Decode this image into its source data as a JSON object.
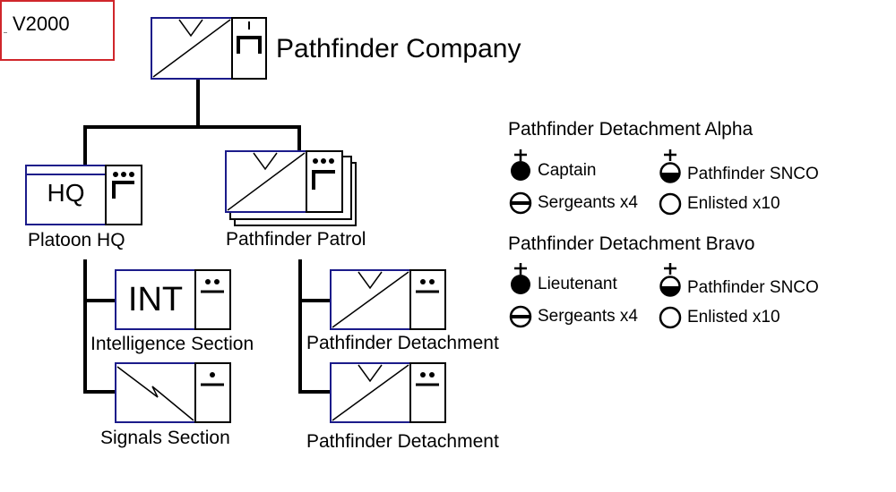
{
  "version_label": "V2000",
  "company": {
    "name": "Pathfinder Company"
  },
  "units": {
    "platoon_hq": {
      "name": "Platoon HQ",
      "symbol_text": "HQ"
    },
    "patrol": {
      "name": "Pathfinder Patrol"
    },
    "intelligence": {
      "name": "Intelligence Section",
      "symbol_text": "INT"
    },
    "signals": {
      "name": "Signals Section"
    },
    "detachment_1": {
      "name": "Pathfinder Detachment"
    },
    "detachment_2": {
      "name": "Pathfinder Detachment"
    }
  },
  "legend": [
    {
      "title": "Pathfinder Detachment Alpha",
      "items": [
        {
          "icon": "officer-icon",
          "label": "Captain"
        },
        {
          "icon": "snco-icon",
          "label": "Pathfinder SNCO"
        },
        {
          "icon": "sergeant-icon",
          "label": "Sergeants x4"
        },
        {
          "icon": "enlisted-icon",
          "label": "Enlisted x10"
        }
      ]
    },
    {
      "title": "Pathfinder Detachment Bravo",
      "items": [
        {
          "icon": "officer-icon",
          "label": "Lieutenant"
        },
        {
          "icon": "snco-icon",
          "label": "Pathfinder SNCO"
        },
        {
          "icon": "sergeant-icon",
          "label": "Sergeants x4"
        },
        {
          "icon": "enlisted-icon",
          "label": "Enlisted x10"
        }
      ]
    }
  ],
  "colors": {
    "frame": "#1b1b8a",
    "line": "#000000",
    "version_border": "#d0262b"
  }
}
